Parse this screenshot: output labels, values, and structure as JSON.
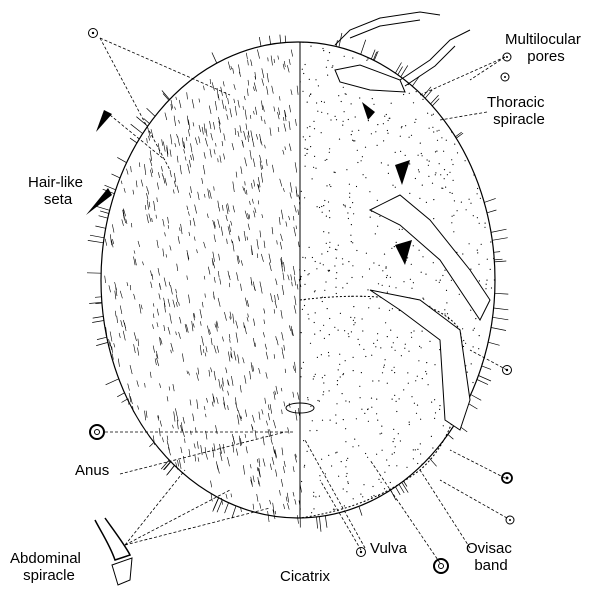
{
  "labels": {
    "multilocular_pores": [
      "Multilocular",
      "pores"
    ],
    "thoracic_spiracle": [
      "Thoracic",
      "spiracle"
    ],
    "hair_like_seta": [
      "Hair-like",
      "seta"
    ],
    "anus": "Anus",
    "abdominal_spiracle": [
      "Abdominal",
      "spiracle"
    ],
    "cicatrix": "Cicatrix",
    "vulva": "Vulva",
    "ovisac_band": [
      "Ovisac",
      "band"
    ]
  },
  "colors": {
    "ink": "#000000",
    "background": "#ffffff"
  }
}
